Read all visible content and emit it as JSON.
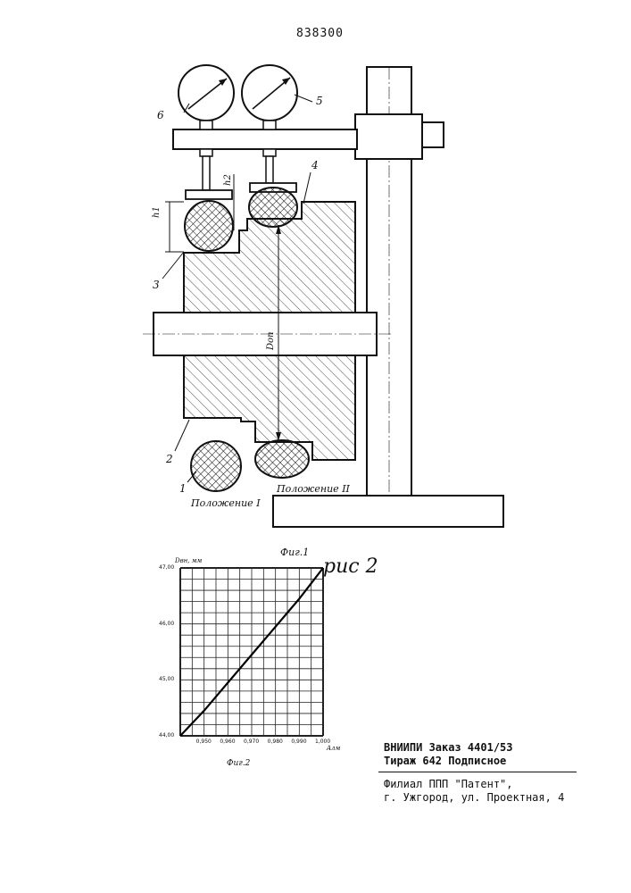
{
  "patent_number": "838300",
  "figure1": {
    "caption": "Фиг.1",
    "position_1": "Положение I",
    "position_2": "Положение II",
    "labels": {
      "part1": "1",
      "part2": "2",
      "part3": "3",
      "part4": "4",
      "part5": "5",
      "part6": "6",
      "h1": "h1",
      "h2": "h2",
      "dim": "Dоп"
    }
  },
  "figure2": {
    "caption": "Фиг.2",
    "annotation": "рис 2",
    "chart_data": {
      "type": "line",
      "ylabel": "Dвн, мм",
      "xlabel": "Aлм",
      "x_ticks": [
        "0,950",
        "0,960",
        "0,970",
        "0,980",
        "0,990",
        "1,000"
      ],
      "y_ticks": [
        "44,00",
        "45,00",
        "46,00",
        "47,00"
      ],
      "xlim": [
        0.94,
        1.0
      ],
      "ylim": [
        44.0,
        47.0
      ],
      "grid": true,
      "series": [
        {
          "x": [
            0.94,
            0.95,
            0.96,
            0.97,
            0.98,
            0.99,
            1.0
          ],
          "y": [
            44.0,
            44.45,
            44.95,
            45.45,
            45.95,
            46.45,
            47.0
          ]
        }
      ]
    }
  },
  "imprint": {
    "line1": "ВНИИПИ  Заказ 4401/53",
    "line2": "Тираж 642  Подписное",
    "line3": "Филиал ППП \"Патент\",",
    "line4": "г. Ужгород, ул. Проектная, 4"
  }
}
